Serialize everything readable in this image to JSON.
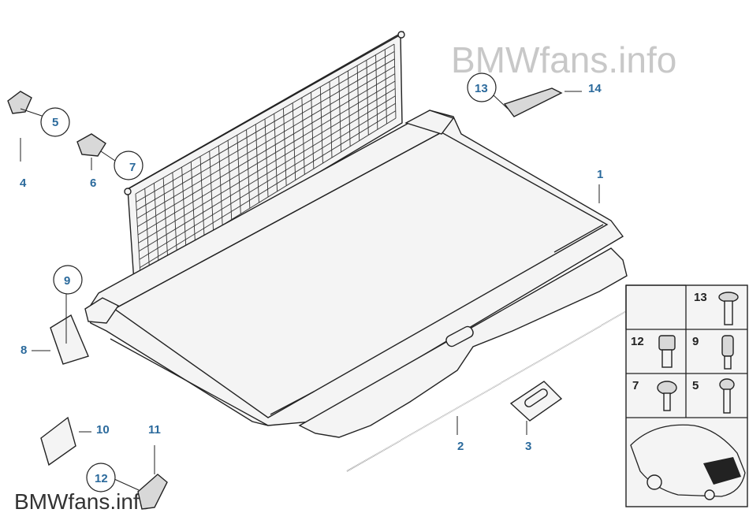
{
  "watermark": {
    "top_right": "BMWfans.info",
    "bottom_left": "BMWfans.info"
  },
  "callouts": {
    "c1": "1",
    "c2": "2",
    "c3": "3",
    "c4": "4",
    "c5": "5",
    "c6": "6",
    "c7": "7",
    "c8": "8",
    "c9": "9",
    "c10": "10",
    "c11": "11",
    "c12": "12",
    "c13": "13",
    "c14": "14"
  },
  "legend_box": {
    "cells": [
      "13",
      "12",
      "9",
      "7",
      "5"
    ]
  },
  "icons": [
    "cargo-cover-icon",
    "cargo-net-icon",
    "screw-icon",
    "clip-icon",
    "car-silhouette-icon"
  ]
}
